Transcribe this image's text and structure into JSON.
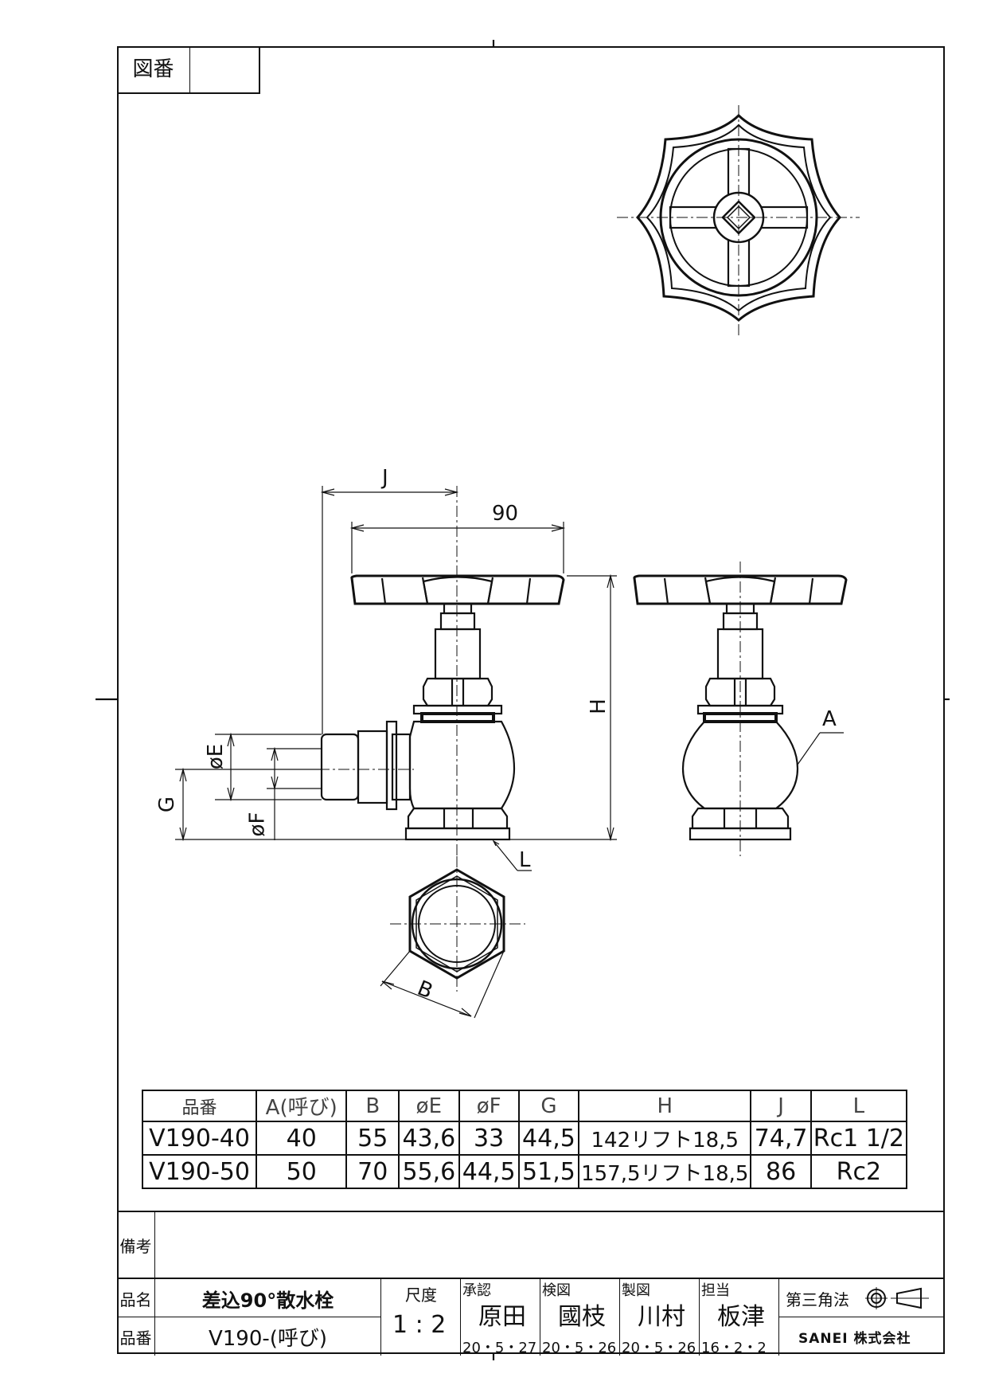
{
  "drawing_no": {
    "label": "図番",
    "value": ""
  },
  "dims": {
    "J": "J",
    "d90": "90",
    "H": "H",
    "E": "øE",
    "F": "øF",
    "G": "G",
    "L": "L",
    "B": "B",
    "A": "A"
  },
  "table": {
    "headers": [
      "品番",
      "A(呼び)",
      "B",
      "øE",
      "øF",
      "G",
      "H",
      "J",
      "L"
    ],
    "rows": [
      [
        "V190-40",
        "40",
        "55",
        "43,6",
        "33",
        "44,5",
        "142リフト18,5",
        "74,7",
        "Rc1 1/2"
      ],
      [
        "V190-50",
        "50",
        "70",
        "55,6",
        "44,5",
        "51,5",
        "157,5リフト18,5",
        "86",
        "Rc2"
      ]
    ]
  },
  "remarks": {
    "label": "備考",
    "value": ""
  },
  "title": {
    "name_label": "品名",
    "name": "差込90°散水栓",
    "code_label": "品番",
    "code": "V190-(呼び)",
    "scale_label": "尺度",
    "scale": "1 : 2",
    "approve_label": "承認",
    "approve_name": "原田",
    "approve_date": "20・5・27",
    "check_label": "検図",
    "check_name": "國枝",
    "check_date": "20・5・26",
    "draw_label": "製図",
    "draw_name": "川村",
    "draw_date": "20・5・26",
    "charge_label": "担当",
    "charge_name": "板津",
    "charge_date": "16・2・2",
    "projection": "第三角法",
    "company": "SANEI 株式会社"
  }
}
